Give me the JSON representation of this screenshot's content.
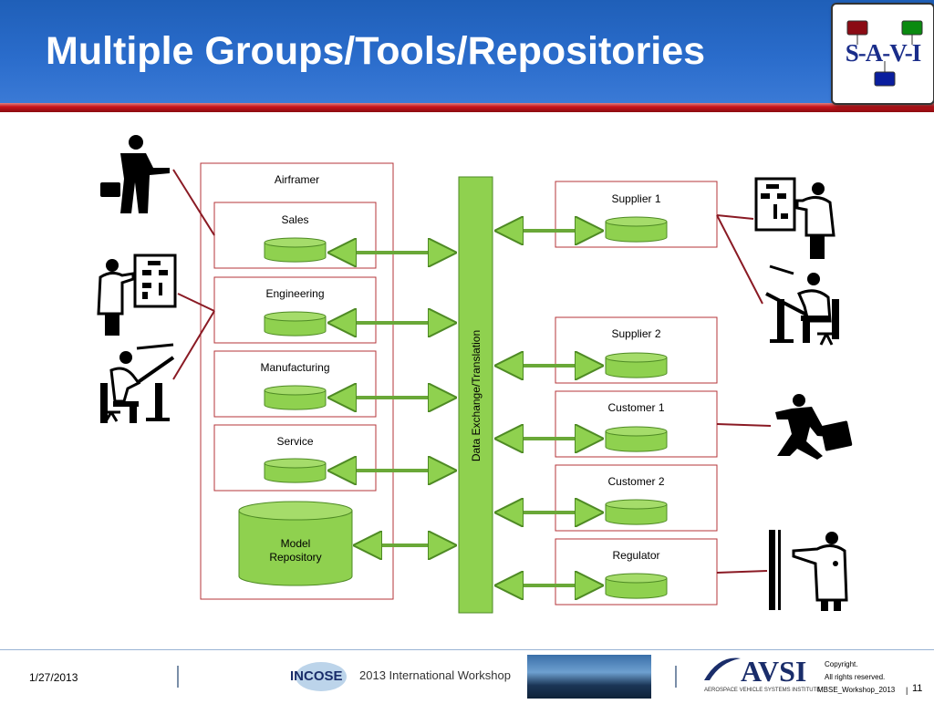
{
  "slide": {
    "title": "Multiple Groups/Tools/Repositories",
    "logo_text": "S-A-V-I"
  },
  "diagram": {
    "airframer_label": "Airframer",
    "internal": [
      {
        "label": "Sales"
      },
      {
        "label": "Engineering"
      },
      {
        "label": "Manufacturing"
      },
      {
        "label": "Service"
      }
    ],
    "model_repository_line1": "Model",
    "model_repository_line2": "Repository",
    "exchange_label": "Data Exchange/Translation",
    "external": [
      {
        "label": "Supplier 1"
      },
      {
        "label": "Supplier 2"
      },
      {
        "label": "Customer 1"
      },
      {
        "label": "Customer 2"
      },
      {
        "label": "Regulator"
      }
    ],
    "colors": {
      "box_border": "#b5343a",
      "cylinder_fill": "#8fd14f",
      "cylinder_stroke": "#4e8a24",
      "bar_fill": "#8fd14f",
      "connector": "#8a1a24"
    }
  },
  "footer": {
    "date": "1/27/2013",
    "incose": "INCOSE",
    "workshop": "2013 International Workshop",
    "avsi": "AVSI",
    "avsi_sub": "AEROSPACE VEHICLE SYSTEMS INSTITUTE",
    "copyright1": "Copyright.",
    "copyright2": "All rights reserved.",
    "file": "MBSE_Workshop_2013",
    "page": "11"
  }
}
